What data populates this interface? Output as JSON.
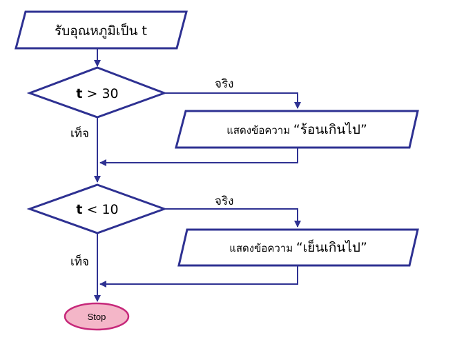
{
  "input_box": {
    "text": "รับอุณหภูมิเป็น t"
  },
  "decision_1": {
    "condition_var": "t",
    "condition_rest": " > 30"
  },
  "decision_1_true_label": "จริง",
  "decision_1_false_label": "เท็จ",
  "output_1": {
    "text_prefix": "แสดงข้อความ ",
    "text_quoted": "“ร้อนเกินไป”"
  },
  "decision_2": {
    "condition_var": "t",
    "condition_rest": " < 10"
  },
  "decision_2_true_label": "จริง",
  "decision_2_false_label": "เท็จ",
  "output_2": {
    "text_prefix": "แสดงข้อความ ",
    "text_quoted": "“เย็นเกินไป”"
  },
  "terminator": {
    "text": "Stop"
  },
  "colors": {
    "line": "#2e3192",
    "terminator_fill": "#f4b6c8",
    "terminator_stroke": "#c6287a"
  }
}
